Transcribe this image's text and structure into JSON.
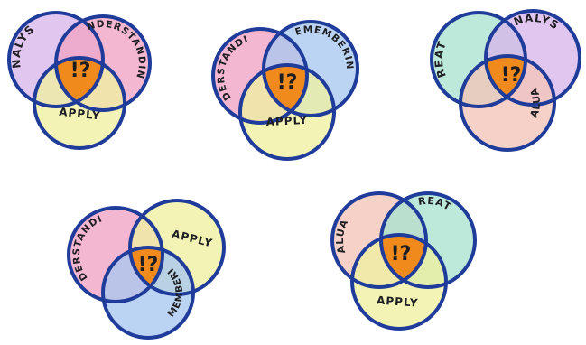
{
  "diagrams": [
    {
      "id": "d1",
      "circles": [
        {
          "label": "ANALYSE",
          "fill": "#d9b6ea"
        },
        {
          "label": "UNDERSTANDING",
          "fill": "#f0a3c4"
        },
        {
          "label": "APPLY",
          "fill": "#eef0a0"
        }
      ],
      "center": "!?"
    },
    {
      "id": "d2",
      "circles": [
        {
          "label": "UNDERSTANDING",
          "fill": "#f0a3c4"
        },
        {
          "label": "REMEMBERING",
          "fill": "#a9c8ef"
        },
        {
          "label": "APPLY",
          "fill": "#eef0a0"
        }
      ],
      "center": "!?"
    },
    {
      "id": "d3",
      "circles": [
        {
          "label": "CREATE",
          "fill": "#a9e3cf"
        },
        {
          "label": "ANALYSE",
          "fill": "#d9b6ea"
        },
        {
          "label": "EVALUATE",
          "fill": "#f3c4b8"
        }
      ],
      "center": "!?"
    },
    {
      "id": "d4",
      "circles": [
        {
          "label": "UNDERSTANDING",
          "fill": "#f0a3c4"
        },
        {
          "label": "APPLY",
          "fill": "#eef0a0"
        },
        {
          "label": "REMEMBERING",
          "fill": "#a9c8ef"
        }
      ],
      "center": "!?"
    },
    {
      "id": "d5",
      "circles": [
        {
          "label": "EVALUATE",
          "fill": "#f3c4b8"
        },
        {
          "label": "CREATE",
          "fill": "#a9e3cf"
        },
        {
          "label": "APPLY",
          "fill": "#eef0a0"
        }
      ],
      "center": "!?"
    }
  ],
  "colors": {
    "outline": "#1f3c9a",
    "center_fill": "#f08a1c"
  }
}
